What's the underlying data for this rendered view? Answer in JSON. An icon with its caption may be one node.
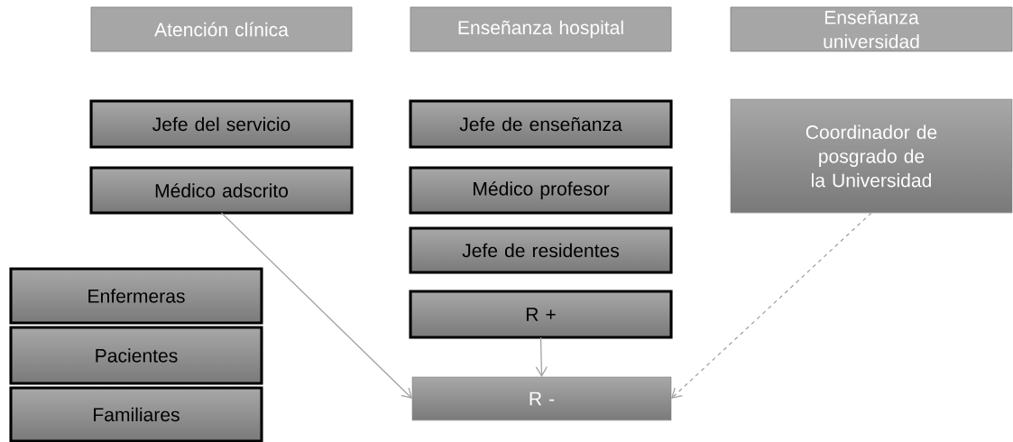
{
  "diagram": {
    "nodes": [
      {
        "text": [
          "Atención clínica"
        ]
      },
      {
        "text": [
          "Enseñanza hospital"
        ]
      },
      {
        "text": [
          "Enseñanza universidad"
        ]
      },
      {
        "text": [
          "Jefe del servicio"
        ]
      },
      {
        "text": [
          "Jefe de enseñanza"
        ]
      },
      {
        "text": [
          "Coordinador de posgrado de la Universidad"
        ]
      },
      {
        "text": [
          "Médico adscrito"
        ]
      },
      {
        "text": [
          "Médico profesor"
        ]
      },
      {
        "text": [
          "Jefe de residentes"
        ]
      },
      {
        "text": [
          "Enfermeras"
        ]
      },
      {
        "text": [
          "R +"
        ]
      },
      {
        "text": [
          "Pacientes"
        ]
      },
      {
        "text": [
          "Familiares"
        ]
      },
      {
        "text": [
          "R -"
        ]
      }
    ],
    "edges": [
      {
        "from": 6,
        "to": 13,
        "arrow": "to"
      },
      {
        "from": 10,
        "to": 13,
        "arrow": "to"
      },
      {
        "from": 5,
        "to": 13,
        "arrow": "to",
        "style": "dashed"
      }
    ]
  }
}
